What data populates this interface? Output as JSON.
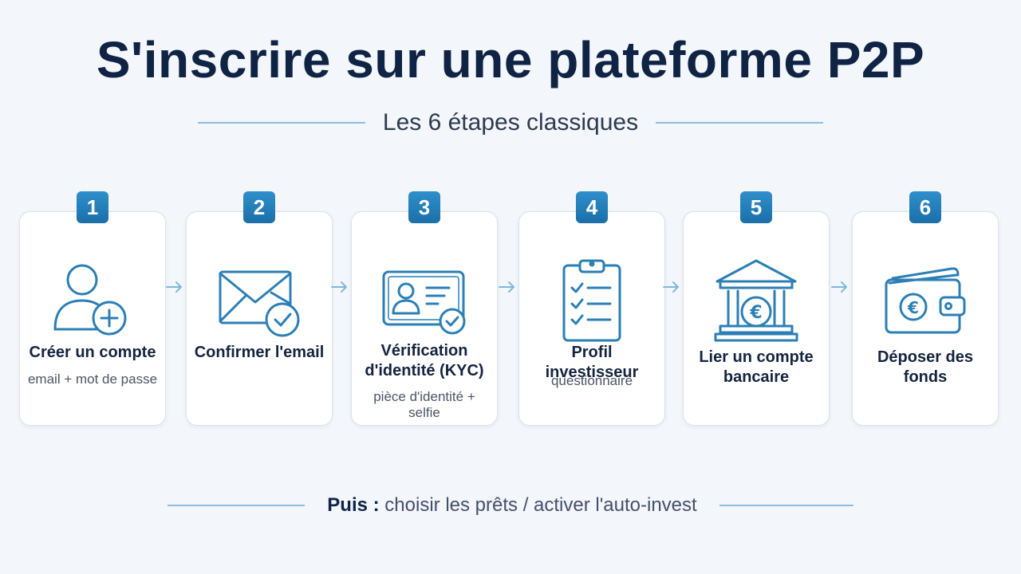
{
  "header": {
    "title": "S'inscrire sur une plateforme P2P",
    "subtitle": "Les 6 étapes classiques"
  },
  "steps": [
    {
      "number": "1",
      "label": "Créer un compte",
      "desc": "email + mot de passe",
      "icon": "user-add-icon"
    },
    {
      "number": "2",
      "label": "Confirmer l'email",
      "desc": "",
      "icon": "envelope-check-icon"
    },
    {
      "number": "3",
      "label": "Vérification d'identité (KYC)",
      "desc": "pièce d'identité + selfie",
      "icon": "id-card-check-icon"
    },
    {
      "number": "4",
      "label": "Profil investisseur",
      "desc": "questionnaire",
      "icon": "clipboard-checklist-icon"
    },
    {
      "number": "5",
      "label": "Lier un compte bancaire",
      "desc": "",
      "icon": "bank-euro-icon"
    },
    {
      "number": "6",
      "label": "Déposer des fonds",
      "desc": "",
      "icon": "wallet-euro-icon"
    }
  ],
  "footer": {
    "lead": "Puis :",
    "text": "choisir les prêts / activer l'auto-invest"
  },
  "colors": {
    "accent": "#1f77b4",
    "badge": "#2383c0",
    "title": "#0f2344",
    "rule": "#8dbde0"
  }
}
